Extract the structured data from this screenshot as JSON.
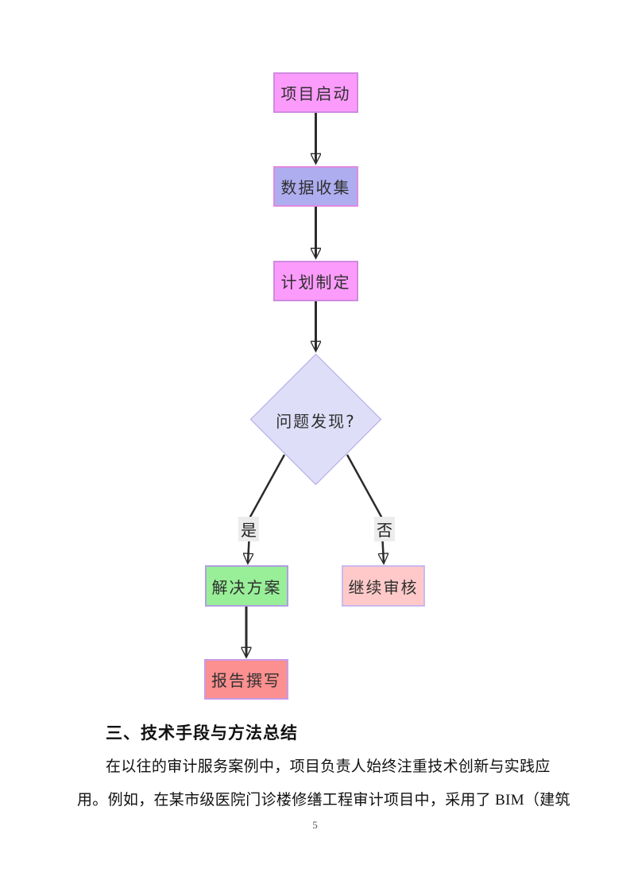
{
  "page": {
    "number": "5"
  },
  "flowchart": {
    "nodes": {
      "start": {
        "label": "项目启动",
        "fill": "#fb9bfb",
        "border": "#cf8bdf"
      },
      "collect": {
        "label": "数据收集",
        "fill": "#adadef",
        "border": "#e08be0"
      },
      "plan": {
        "label": "计划制定",
        "fill": "#fb9bfb",
        "border": "#cf8bdf"
      },
      "decision": {
        "label": "问题发现?",
        "fill": "#dedef8",
        "border": "#b2a3e6"
      },
      "solution": {
        "label": "解决方案",
        "fill": "#98ef98",
        "border": "#af9fe0"
      },
      "continue": {
        "label": "继续审核",
        "fill": "#ffc9c9",
        "border": "#c9b9ef"
      },
      "report": {
        "label": "报告撰写",
        "fill": "#fc8f8f",
        "border": "#c79be8"
      }
    },
    "edge_labels": {
      "yes": "是",
      "no": "否"
    },
    "connector_color": "#2b2b2b",
    "edge_label_bg": "#ececec"
  },
  "document": {
    "heading": "三、技术手段与方法总结",
    "paragraph_lines": [
      "在以往的审计服务案例中，项目负责人始终注重技术创新与实践应",
      "用。例如，在某市级医院门诊楼修缮工程审计项目中，采用了 BIM（建筑"
    ]
  }
}
